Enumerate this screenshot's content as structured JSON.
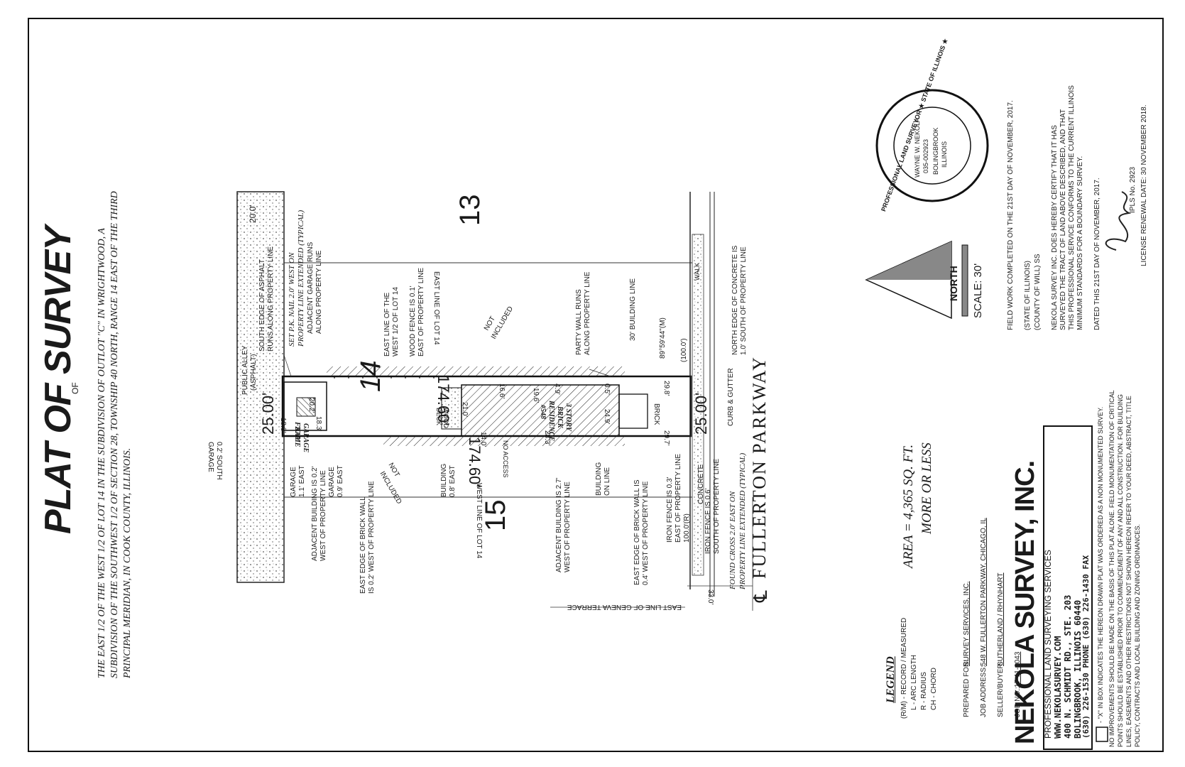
{
  "title": "PLAT OF SURVEY",
  "title_of": "OF",
  "legal_description": [
    "THE EAST 1/2 OF THE WEST 1/2 OF LOT 14 IN THE SUBDIVISION OF OUTLOT \"C\" IN WRIGHTWOOD, A",
    "SUBDIVISION OF THE SOUTHWEST 1/2 OF SECTION 28, TOWNSHIP 40 NORTH, RANGE 14 EAST OF THE THIRD",
    "PRINCIPAL MERIDIAN, IN COOK COUNTY, ILLINOIS."
  ],
  "survey": {
    "alley_width": "20.0'",
    "alley_label": [
      "PUBLIC ALLEY",
      "(ASPHALT)"
    ],
    "south_edge_note": [
      "SOUTH EDGE OF ASPHALT",
      "RUNS ALONG PROPERTY LINE"
    ],
    "pk_nail_note": [
      "SET P.K. NAIL 2.0' WEST ON",
      "PROPERTY LINE EXTENDED (TYPICAL)"
    ],
    "adj_garage_note": [
      "ADJACENT GARAGE RUNS",
      "ALONG PROPERTY LINE"
    ],
    "lot_14": "14",
    "lot_13": "13",
    "lot_15": "15",
    "east_line_lot": "EAST LINE OF LOT 14",
    "west_line_lot": "WEST LINE OF LOT 14",
    "east_line_half": [
      "EAST LINE OF THE",
      "WEST 1/2 OF LOT 14"
    ],
    "wood_fence_note": [
      "WOOD FENCE IS 0.1'",
      "EAST OF PROPERTY LINE"
    ],
    "not_included_1": [
      "NOT",
      "INCLUDED"
    ],
    "not_included_2": [
      "NOT",
      "INCLUDED"
    ],
    "dim_north": "174.60'",
    "dim_south": "174.60'",
    "dim_alley_end": "25.00'",
    "dim_street_end": "25.00'",
    "garage_label": [
      "FRAME",
      "GARAGE"
    ],
    "garage_dims": [
      "20.2'",
      "18.3'",
      "18.3'",
      "20.2'"
    ],
    "garage_south": [
      "GARAGE",
      "0.2' SOUTH"
    ],
    "garage_east_1": [
      "GARAGE",
      "1.1' EAST"
    ],
    "garage_east_2": [
      "GARAGE",
      "0.9' EAST"
    ],
    "adj_bldg_1": [
      "ADJACENT BUILDING IS 0.2'",
      "WEST OF PROPERTY LINE"
    ],
    "brick_wall_1": [
      "EAST EDGE OF BRICK WALL",
      "IS 0.2' WEST OF PROPERTY LINE"
    ],
    "residence": [
      "3 STORY",
      "BRICK",
      "RESIDENCE",
      "#548"
    ],
    "residence_dims": [
      "21.0'",
      "16.6'",
      "19.6'",
      "4.9'",
      "14.0'",
      "28.3'",
      "24.9'",
      "0.5'"
    ],
    "wood_deck": [
      "WOOD",
      "DECK"
    ],
    "no_access": "NO ACCESS",
    "building_east": [
      "BUILDING",
      "0.8' EAST"
    ],
    "party_wall": [
      "PARTY WALL RUNS",
      "ALONG PROPERTY LINE"
    ],
    "adj_bldg_2": [
      "ADJACENT BUILDING IS 2.7'",
      "WEST OF PROPERTY LINE"
    ],
    "building_line_30": "30' BUILDING LINE",
    "building_on_line": [
      "BUILDING",
      "ON LINE"
    ],
    "brick_label": "BRICK",
    "dims_front": [
      "29.8'",
      "29.7'"
    ],
    "brick_wall_2": [
      "EAST EDGE OF BRICK WALL IS",
      "0.4' WEST OF PROPERTY LINE"
    ],
    "angle": "89°59'44\"(M)",
    "record_dim": "(100.0')",
    "iron_fence_1": [
      "IRON FENCE IS 0.3'",
      "EAST OF PROPERTY LINE",
      "100.0'(R)"
    ],
    "concrete": "CONCRETE",
    "iron_fence_2": [
      "IRON FENCE IS 0.6'",
      "SOUTH OF PROPERTY LINE"
    ],
    "walk": "WALK",
    "north_edge": [
      "NORTH EDGE OF CONCRETE IS",
      "1.0' SOUTH OF PROPERTY LINE"
    ],
    "curb": "CURB & GUTTER",
    "found_cross": [
      "FOUND CROSS 2.0' EAST ON",
      "PROPERTY LINE EXTENDED (TYPICAL)"
    ],
    "street": "FULLERTON PARKWAY",
    "street_cl": "℄",
    "street_width": "33.0'",
    "geneva": "EAST LINE OF GENEVA TERRACE"
  },
  "north": {
    "label": "NORTH",
    "scale": "SCALE: 30'"
  },
  "area": [
    "AREA = 4,365 SQ. FT.",
    "MORE OR LESS"
  ],
  "legend": {
    "title": "LEGEND",
    "items": [
      "(R/M) - RECORD / MEASURED",
      "L - ARC LENGTH",
      "R - RADIUS",
      "CH - CHORD"
    ]
  },
  "job": {
    "prepared_label": "PREPARED FOR:",
    "prepared_value": "SURVEY SERVICES, INC.",
    "address_label": "JOB ADDRESS:",
    "address_value": "548 W. FULLERTON PARKWAY, CHICAGO, IL",
    "seller_label": "SELLER/BUYER:",
    "seller_value": "SUTHERLAND / RHYNHART",
    "jobno_label": "JOB NO.:",
    "jobno_value": "17-11-0043"
  },
  "company": {
    "name": "NEKOLA SURVEY, INC.",
    "tagline": "PROFESSIONAL LAND SURVEYING SERVICES",
    "web": "WWW.NEKOLASURVEY.COM",
    "address1": "400 N. SCHMIDT RD., STE. 203",
    "address2": "BOLINGBROOK, ILLINOIS 60440",
    "phone": "(630) 226-1530 PHONE  (630) 226-1430 FAX"
  },
  "notes": {
    "x_note": "- \"X\" IN BOX INDICATES THE HEREON DRAWN PLAT  WAS ORDERED AS A NON MONUMENTED SURVEY.",
    "improvements": [
      "NO IMPROVEMENTS SHOULD BE MADE ON THE BASIS OF THIS PLAT ALONE. FIELD MONUMENTATION OF CRITICAL",
      "POINTS SHOULD BE ESTABLISHED PRIOR TO COMMENCEMENT OF ANY AND ALL CONSTRUCTION. FOR BUILDING",
      "LINES, EASEMENTS AND OTHER RESTRICTIONS NOT SHOWN HEREON REFER TO YOUR DEED, ABSTRACT, TITLE",
      "POLICY, CONTRACTS AND LOCAL BUILDING AND ZONING ORDINANCES."
    ]
  },
  "certification": {
    "field_work": "FIELD WORK COMPLETED ON THE 21ST DAY OF NOVEMBER, 2017.",
    "state": "(STATE OF ILLINOIS)",
    "county": "(COUNTY OF WILL)   SS",
    "certify": [
      "NEKOLA SURVEY INC. DOES HEREBY CERTIFY THAT IT HAS",
      "SURVEYED THE TRACT OF LAND ABOVE DESCRIBED, AND THAT",
      "THIS PROFESSIONAL SERVICE CONFORMS TO THE CURRENT ILLINOIS",
      "MINIMUM STANDARDS FOR A BOUNDARY SURVEY."
    ],
    "dated": "DATED THIS 21ST DAY OF NOVEMBER, 2017.",
    "ipls": "IPLS No. 2923",
    "renewal": "LICENSE RENEWAL DATE: 30 NOVEMBER 2018."
  },
  "seal": {
    "ring": "PROFESSIONAL LAND SURVEYOR ★ STATE OF ILLINOIS ★",
    "name": "WAYNE W. NEKOLA",
    "number": "035-002923",
    "city": "BOLINGBROOK",
    "state": "ILLINOIS"
  }
}
